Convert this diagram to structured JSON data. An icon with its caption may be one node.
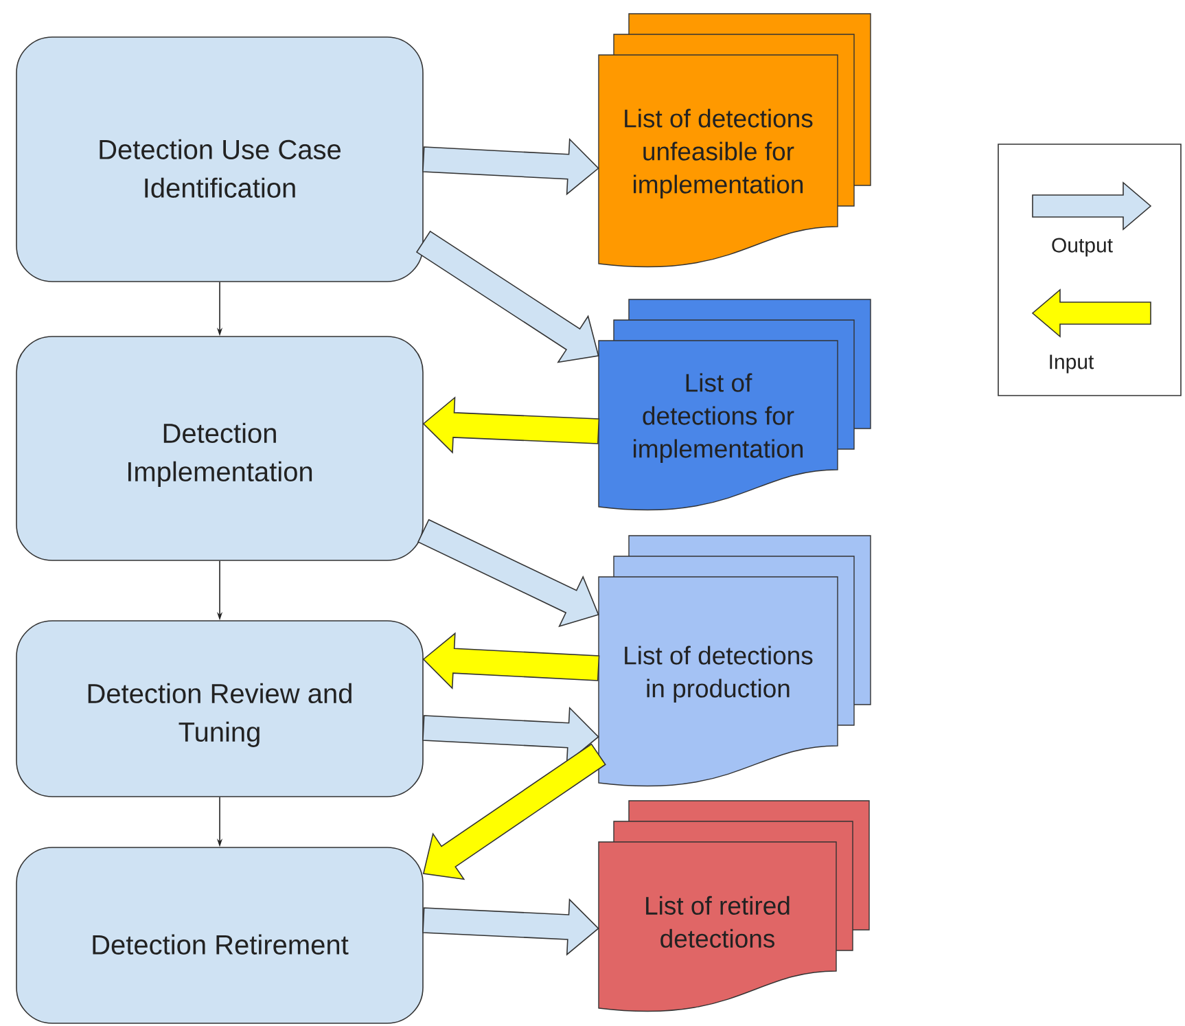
{
  "diagram": {
    "nodes": [
      {
        "text": [
          "Detection Use Case Identification"
        ]
      },
      {
        "text": [
          "Detection Implementation"
        ]
      },
      {
        "text": [
          "Detection Review and Tuning"
        ]
      },
      {
        "text": [
          "Detection Retirement"
        ]
      },
      {
        "text": [
          "List of detections unfeasible for implementation"
        ]
      },
      {
        "text": [
          "List of detections for implementation"
        ]
      },
      {
        "text": [
          "List of detections in production"
        ]
      },
      {
        "text": [
          "List of retired detections"
        ]
      }
    ],
    "edges": [
      {
        "from": 0,
        "to": 1,
        "arrow": "to",
        "color": "#222222"
      },
      {
        "from": 1,
        "to": 2,
        "arrow": "to",
        "color": "#222222"
      },
      {
        "from": 2,
        "to": 3,
        "arrow": "to",
        "color": "#222222"
      },
      {
        "from": 0,
        "to": 4,
        "arrow": "to",
        "style": "thick"
      },
      {
        "from": 0,
        "to": 5,
        "arrow": "to",
        "style": "thick"
      },
      {
        "from": 5,
        "to": 1,
        "arrow": "to",
        "style": "thick",
        "color": "#ffff00"
      },
      {
        "from": 1,
        "to": 6,
        "arrow": "to",
        "style": "thick"
      },
      {
        "from": 6,
        "to": 2,
        "arrow": "to",
        "style": "thick",
        "color": "#ffff00"
      },
      {
        "from": 2,
        "to": 6,
        "arrow": "to",
        "style": "thick"
      },
      {
        "from": 6,
        "to": 3,
        "arrow": "to",
        "style": "thick",
        "color": "#ffff00"
      },
      {
        "from": 3,
        "to": 7,
        "arrow": "to",
        "style": "thick"
      }
    ],
    "legend": [
      {
        "text": "Output"
      },
      {
        "text": "Input"
      }
    ]
  }
}
